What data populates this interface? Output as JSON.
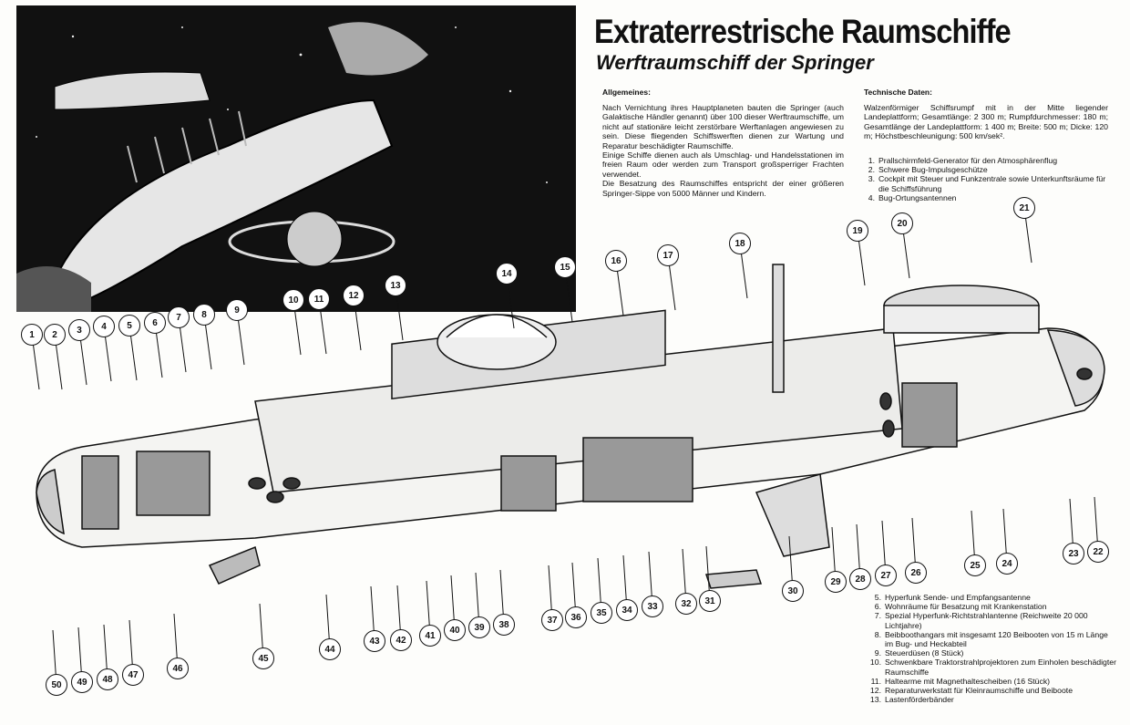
{
  "title": "Extraterrestrische Raumschiffe",
  "subtitle": "Werftraumschiff der Springer",
  "general": {
    "heading": "Allgemeines:",
    "paragraphs": [
      "Nach Vernichtung ihres Hauptplaneten bauten die Springer (auch Galaktische Händler genannt) über 100 dieser Werftraumschiffe, um nicht auf stationäre leicht zerstörbare Werftanlagen angewiesen zu sein. Diese fliegenden Schiffswerften dienen zur Wartung und Reparatur beschädigter Raumschiffe.",
      "Einige Schiffe dienen auch als Umschlag- und Handelsstationen im freien Raum oder werden zum Transport großsperriger Frachten verwendet.",
      "Die Besatzung des Raumschiffes entspricht der einer größeren Springer-Sippe von 5000 Männer und Kindern."
    ]
  },
  "technical": {
    "heading": "Technische Daten:",
    "text": "Walzenförmiger Schiffsrumpf mit in der Mitte liegender Landeplattform; Gesamtlänge: 2 300 m; Rumpfdurchmesser: 180 m; Gesamtlänge der Landeplattform: 1 400 m; Breite: 500 m; Dicke: 120 m; Höchstbeschleunigung: 500 km/sek².",
    "items": [
      {
        "n": "1.",
        "t": "Prallschirmfeld-Generator für den Atmosphärenflug"
      },
      {
        "n": "2.",
        "t": "Schwere Bug-Impulsgeschütze"
      },
      {
        "n": "3.",
        "t": "Cockpit mit Steuer und Funkzentrale sowie Unterkunftsräume für die Schiffsführung"
      },
      {
        "n": "4.",
        "t": "Bug-Ortungsantennen"
      }
    ]
  },
  "legend": [
    {
      "n": "5.",
      "t": "Hyperfunk Sende- und Empfangsantenne"
    },
    {
      "n": "6.",
      "t": "Wohnräume für Besatzung mit Krankenstation"
    },
    {
      "n": "7.",
      "t": "Spezial Hyperfunk-Richtstrahlantenne (Reichweite 20 000 Lichtjahre)"
    },
    {
      "n": "8.",
      "t": "Beibboothangars mit insgesamt 120 Beibooten von 15 m Länge im Bug- und Heckabteil"
    },
    {
      "n": "9.",
      "t": "Steuerdüsen (8 Stück)"
    },
    {
      "n": "10.",
      "t": "Schwenkbare Traktorstrahlprojektoren zum Einholen beschädigter Raumschiffe"
    },
    {
      "n": "11.",
      "t": "Haltearme mit Magnethaltescheiben (16 Stück)"
    },
    {
      "n": "12.",
      "t": "Reparaturwerkstatt für Kleinraumschiffe und Beiboote"
    },
    {
      "n": "13.",
      "t": "Lastenförderbänder"
    }
  ],
  "callouts": [
    "1",
    "2",
    "3",
    "4",
    "5",
    "6",
    "7",
    "8",
    "9",
    "10",
    "11",
    "12",
    "13",
    "14",
    "15",
    "16",
    "17",
    "18",
    "19",
    "20",
    "21",
    "22",
    "23",
    "24",
    "25",
    "26",
    "27",
    "28",
    "29",
    "30",
    "31",
    "32",
    "33",
    "34",
    "35",
    "36",
    "37",
    "38",
    "39",
    "40",
    "41",
    "42",
    "43",
    "44",
    "45",
    "46",
    "47",
    "48",
    "49",
    "50"
  ]
}
